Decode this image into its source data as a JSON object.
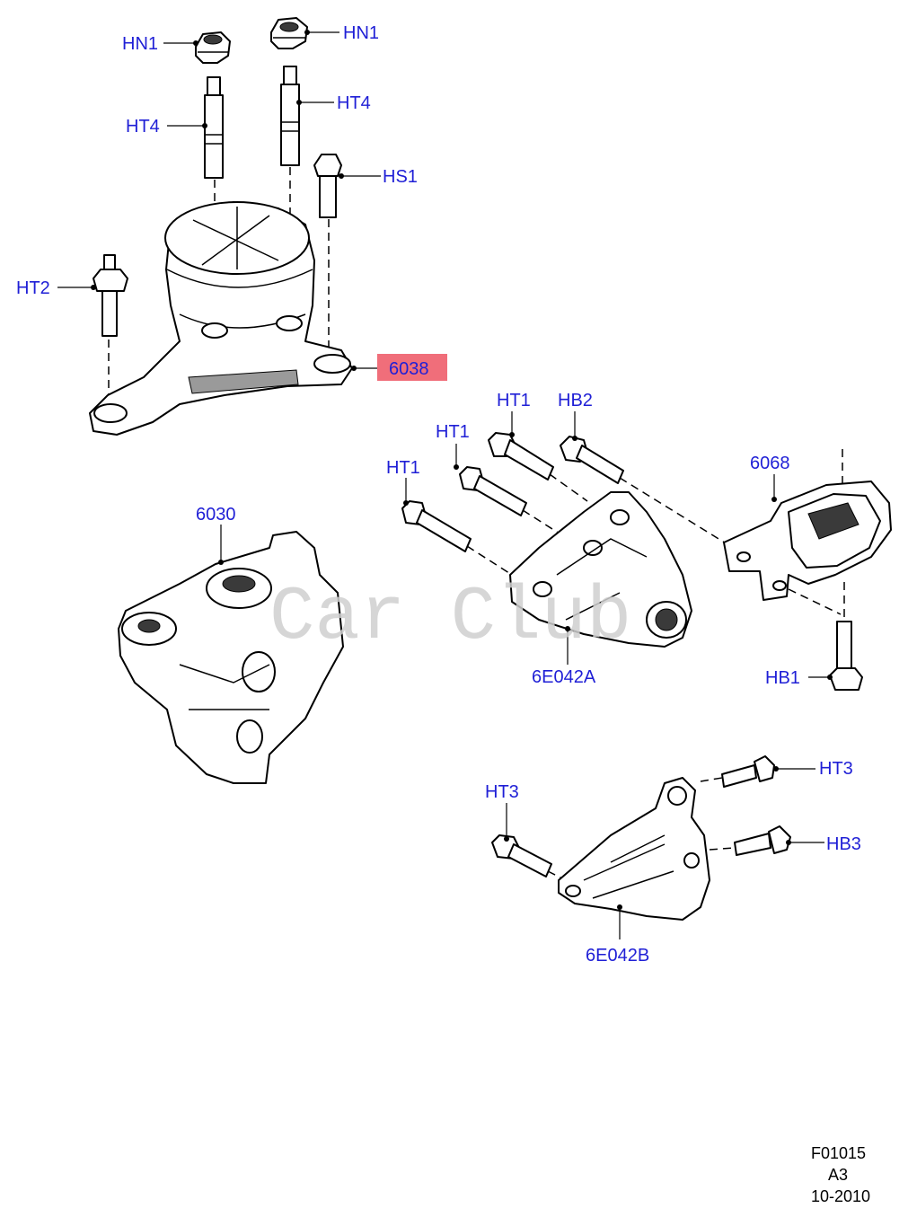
{
  "callouts": {
    "hn1_left": "HN1",
    "hn1_right": "HN1",
    "ht4_left": "HT4",
    "ht4_right": "HT4",
    "hs1": "HS1",
    "ht2": "HT2",
    "p6038": "6038",
    "p6030": "6030",
    "ht1_top": "HT1",
    "hb2": "HB2",
    "ht1_mid": "HT1",
    "ht1_low": "HT1",
    "p6068": "6068",
    "p6e042a": "6E042A",
    "hb1": "HB1",
    "ht3_right": "HT3",
    "ht3_left": "HT3",
    "hb3": "HB3",
    "p6e042b": "6E042B"
  },
  "highlight_color": "#f06e7a",
  "label_color": "#1f1fd6",
  "watermark": "Car Club",
  "footer": {
    "figure_code": "F01015",
    "sheet": "A3",
    "date": "10-2010"
  }
}
